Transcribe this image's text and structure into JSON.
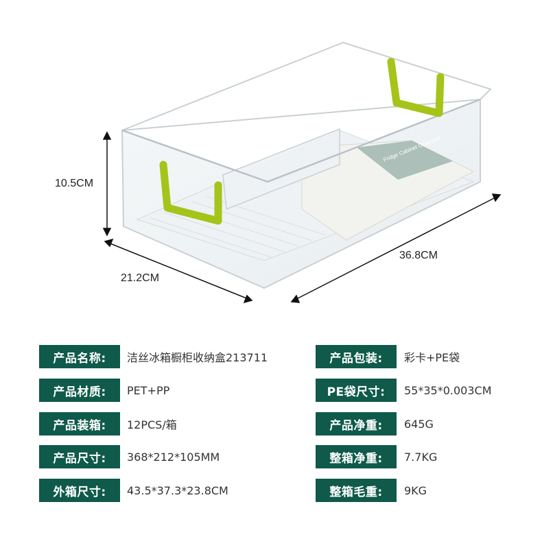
{
  "dimensions": {
    "height": "10.5CM",
    "width": "21.2CM",
    "length": "36.8CM"
  },
  "product_image": {
    "insert_text": "Fridge Cabinet Organizer",
    "colors": {
      "handle": "#a6c31a",
      "label_band": "#0f5a4a"
    }
  },
  "specs": [
    {
      "label_left": "产品名称:",
      "value_left": "洁丝冰箱橱柜收纳盒213711",
      "label_right": "产品包装:",
      "value_right": "彩卡+PE袋"
    },
    {
      "label_left": "产品材质:",
      "value_left": "PET+PP",
      "label_right": "PE袋尺寸:",
      "value_right": "55*35*0.003CM"
    },
    {
      "label_left": "产品装箱:",
      "value_left": "12PCS/箱",
      "label_right": "产品净重:",
      "value_right": "645G"
    },
    {
      "label_left": "产品尺寸:",
      "value_left": "368*212*105MM",
      "label_right": "整箱净重:",
      "value_right": "7.7KG"
    },
    {
      "label_left": "外箱尺寸:",
      "value_left": "43.5*37.3*23.8CM",
      "label_right": "整箱毛重:",
      "value_right": "9KG"
    }
  ]
}
